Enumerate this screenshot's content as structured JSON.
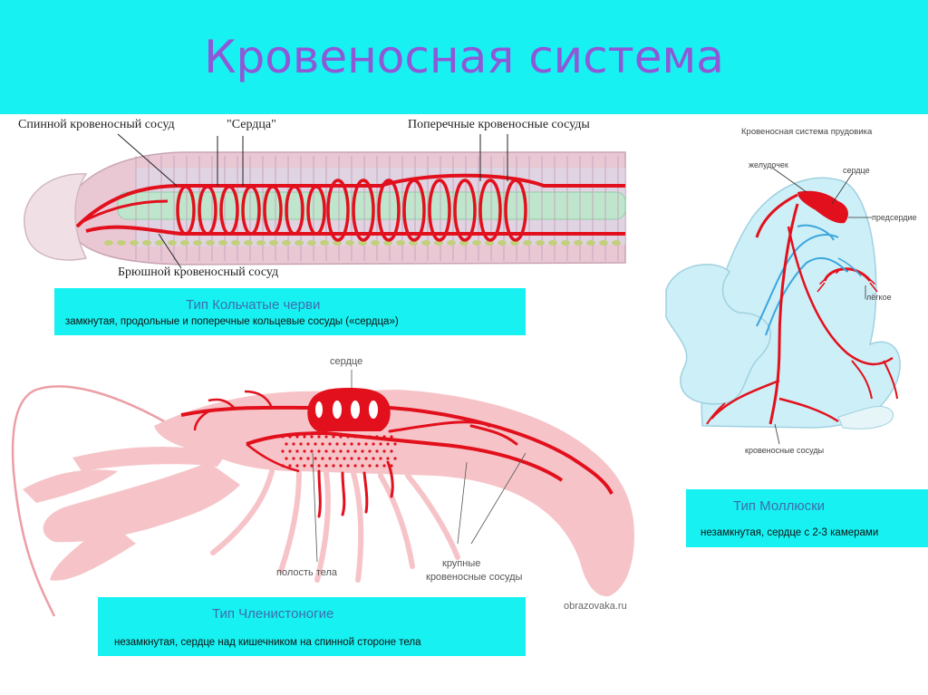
{
  "title": "Кровеносная система",
  "worm": {
    "label_dorsal": "Спинной кровеносный сосуд",
    "label_hearts": "\"Сердца\"",
    "label_transverse": "Поперечные кровеносные сосуды",
    "label_ventral": "Брюшной кровеносный сосуд"
  },
  "mollusk": {
    "title": "Кровеносная система прудовика",
    "label_ventricle": "желудочек",
    "label_heart": "сердце",
    "label_atrium": "предсердие",
    "label_lung": "лёгкое",
    "label_vessels": "кровеносные сосуды"
  },
  "crayfish": {
    "label_heart": "сердце",
    "label_cavity": "полость тела",
    "label_large_1": "крупные",
    "label_large_2": "кровеносные сосуды"
  },
  "watermark": "obrazovaka.ru",
  "boxes": {
    "annelids": {
      "title": "Тип  Кольчатые черви",
      "desc": "замкнутая, продольные и поперечные кольцевые  сосуды    («сердца»)"
    },
    "mollusks": {
      "title": "Тип  Моллюски",
      "desc": "незамкнутая, сердце с 2-3 камерами"
    },
    "arthropods": {
      "title": "Тип Членистоногие",
      "desc": "незамкнутая, сердце  над кишечником на спинной стороне тела"
    }
  },
  "colors": {
    "header_bg": "#17f1f1",
    "title": "#8f58d6",
    "vessel_red": "#e2101c",
    "body_pink": "#f6c4c8",
    "mollusk_shell": "#cdeff7"
  }
}
